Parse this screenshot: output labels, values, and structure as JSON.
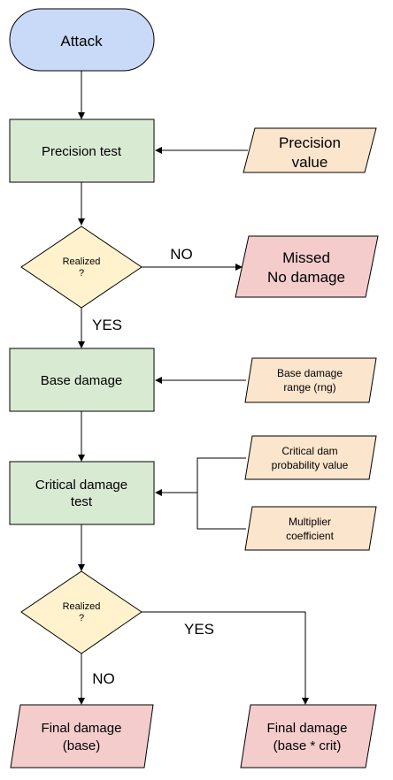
{
  "colors": {
    "stroke": "#000000",
    "terminal_fill": "#c9daf8",
    "process_fill": "#d9ead3",
    "decision_fill": "#fff2cc",
    "input_fill": "#fce5cd",
    "outcome_fill": "#f4cccc"
  },
  "nodes": {
    "attack": "Attack",
    "precision_test": "Precision test",
    "precision_value": [
      "Precision",
      "value"
    ],
    "realized_1": [
      "Realized",
      "?"
    ],
    "missed": [
      "Missed",
      "No damage"
    ],
    "base_damage": "Base damage",
    "base_damage_range": [
      "Base damage",
      "range (rng)"
    ],
    "critical_damage_test": [
      "Critical damage",
      "test"
    ],
    "critical_probability": [
      "Critical dam",
      "probability value"
    ],
    "multiplier_coefficient": [
      "Multiplier",
      "coefficient"
    ],
    "realized_2": [
      "Realized",
      "?"
    ],
    "final_base": [
      "Final damage",
      "(base)"
    ],
    "final_crit": [
      "Final damage",
      "(base * crit)"
    ]
  },
  "edge_labels": {
    "no_1": "NO",
    "yes_1": "YES",
    "yes_2": "YES",
    "no_2": "NO"
  }
}
